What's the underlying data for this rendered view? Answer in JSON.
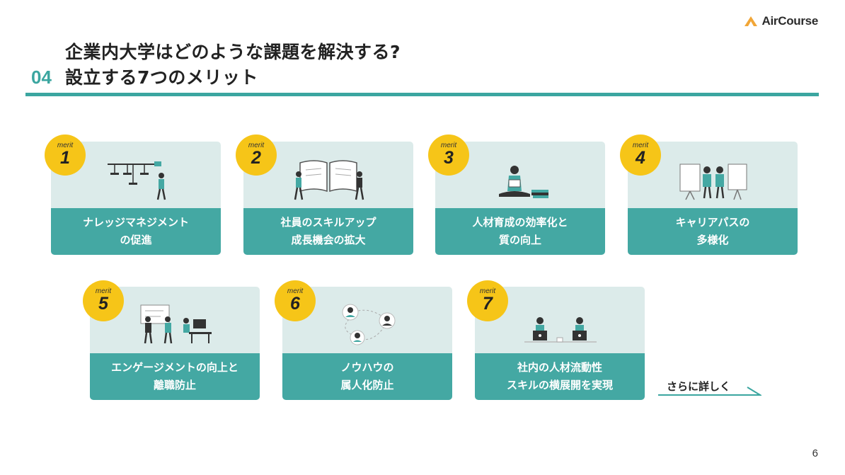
{
  "brand": {
    "name": "AirCourse",
    "accent": "#3ba6a0",
    "logo_color": "#f1a637"
  },
  "header": {
    "section_number": "04",
    "title_line1": "企業内大学はどのような課題を解決する?",
    "title_line2": "設立する7つのメリット"
  },
  "badge_label": "merit",
  "merits": [
    {
      "number": "1",
      "line1": "ナレッジマネジメント",
      "line2": "の促進",
      "icon": "knowledge-tree-icon"
    },
    {
      "number": "2",
      "line1": "社員のスキルアップ",
      "line2": "成長機会の拡大",
      "icon": "open-book-icon"
    },
    {
      "number": "3",
      "line1": "人材育成の効率化と",
      "line2": "質の向上",
      "icon": "reading-person-icon"
    },
    {
      "number": "4",
      "line1": "キャリアパスの",
      "line2": "多様化",
      "icon": "presentation-board-icon"
    },
    {
      "number": "5",
      "line1": "エンゲージメントの向上と",
      "line2": "離職防止",
      "icon": "team-work-icon"
    },
    {
      "number": "6",
      "line1": "ノウハウの",
      "line2": "属人化防止",
      "icon": "people-network-icon"
    },
    {
      "number": "7",
      "line1": "社内の人材流動性",
      "line2": "スキルの横展開を実現",
      "icon": "laptop-users-icon"
    }
  ],
  "more_link": {
    "label": "さらに詳しく",
    "icon": "arrow-right-icon"
  },
  "footer": {
    "page_number": "6"
  },
  "colors": {
    "card_top": "#dcebea",
    "card_bottom": "#44a8a3",
    "badge": "#f6c518"
  }
}
